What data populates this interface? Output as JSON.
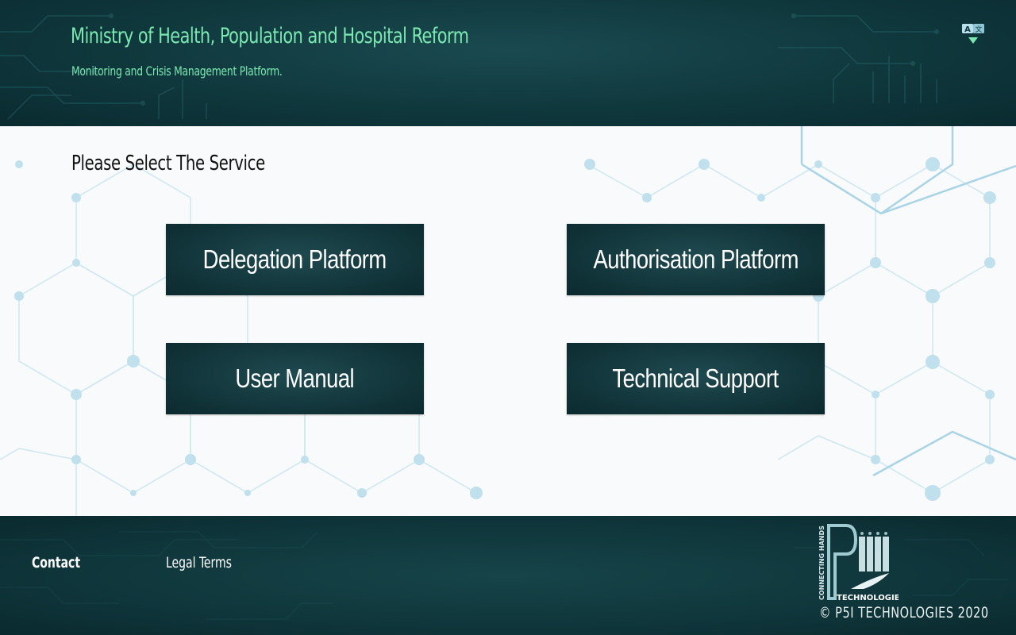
{
  "header": {
    "title": "Ministry of Health, Population and Hospital Reform",
    "subtitle": "Monitoring and Crisis Management Platform.",
    "language_icon": "translate-icon"
  },
  "main": {
    "prompt": "Please Select The Service",
    "services": [
      {
        "label": "Delegation Platform"
      },
      {
        "label": "Authorisation Platform"
      },
      {
        "label": "User Manual"
      },
      {
        "label": "Technical Support"
      }
    ]
  },
  "footer": {
    "contact_label": "Contact",
    "legal_label": "Legal Terms",
    "logo": {
      "tagline": "CONNECTING HANDS",
      "name": "TECHNOLOGIES"
    },
    "copyright": "© P5I TECHNOLOGIES 2020"
  },
  "colors": {
    "header_bg": "#0f383d",
    "title_green": "#7be8b0",
    "button_bg": "#12363b",
    "main_bg": "#f8fafb",
    "hex_lines": "#a9d4e6"
  }
}
